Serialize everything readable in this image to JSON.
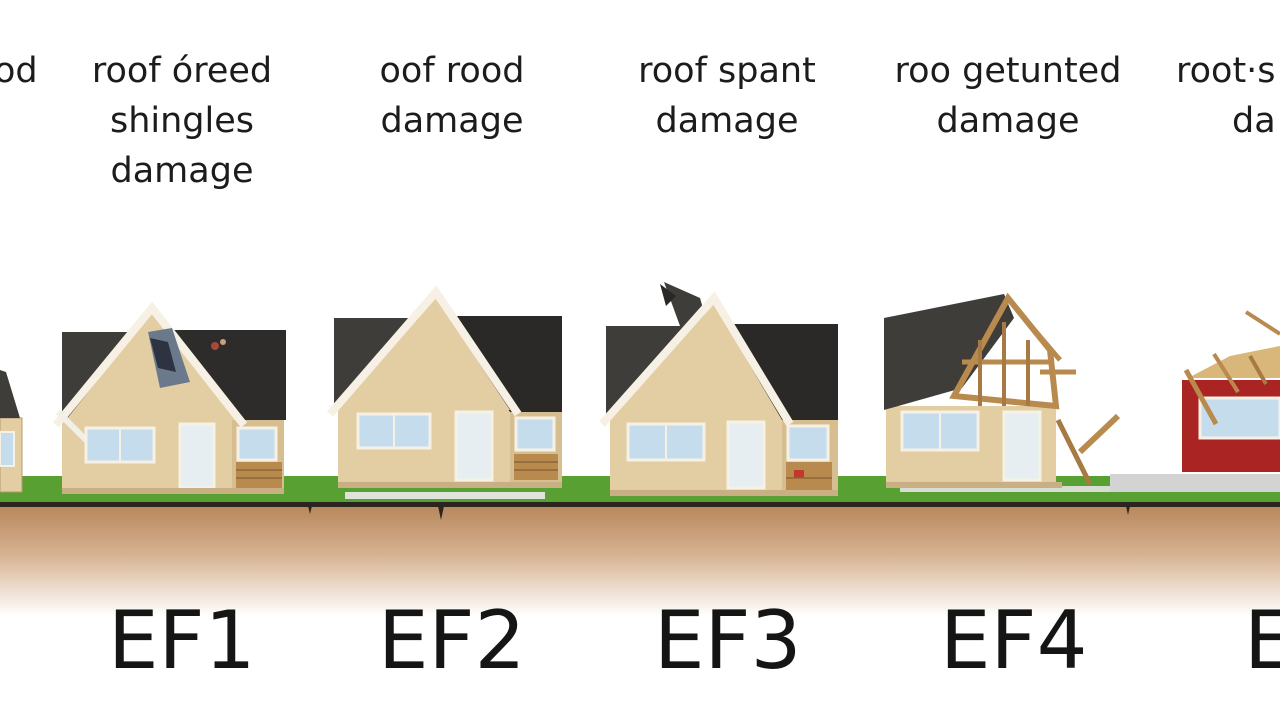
{
  "colors": {
    "siding": "#e3cea4",
    "siding_shadow": "#c9b084",
    "trim": "#f6f1e4",
    "roof": "#454340",
    "roof_dark": "#2a2826",
    "window": "#c4dcec",
    "grass": "#58a032",
    "soil": "#bd8d63",
    "ground_line": "#2b2520",
    "wood": "#b98a4e",
    "red_wall": "#ab2424"
  },
  "captions": {
    "c0": {
      "line1": "od"
    },
    "c1": {
      "line1": "roof óreed",
      "line2": "shingles",
      "line3": "damage"
    },
    "c2": {
      "line1": "oof rood",
      "line2": "damage"
    },
    "c3": {
      "line1": "roof spant",
      "line2": "damage"
    },
    "c4": {
      "line1": "roo getunted",
      "line2": "damage"
    },
    "c5": {
      "line1": "root·s",
      "line2": "da"
    }
  },
  "levels": {
    "ef1": "EF1",
    "ef2": "EF2",
    "ef3": "EF3",
    "ef4": "EF4",
    "ef5": "E"
  }
}
